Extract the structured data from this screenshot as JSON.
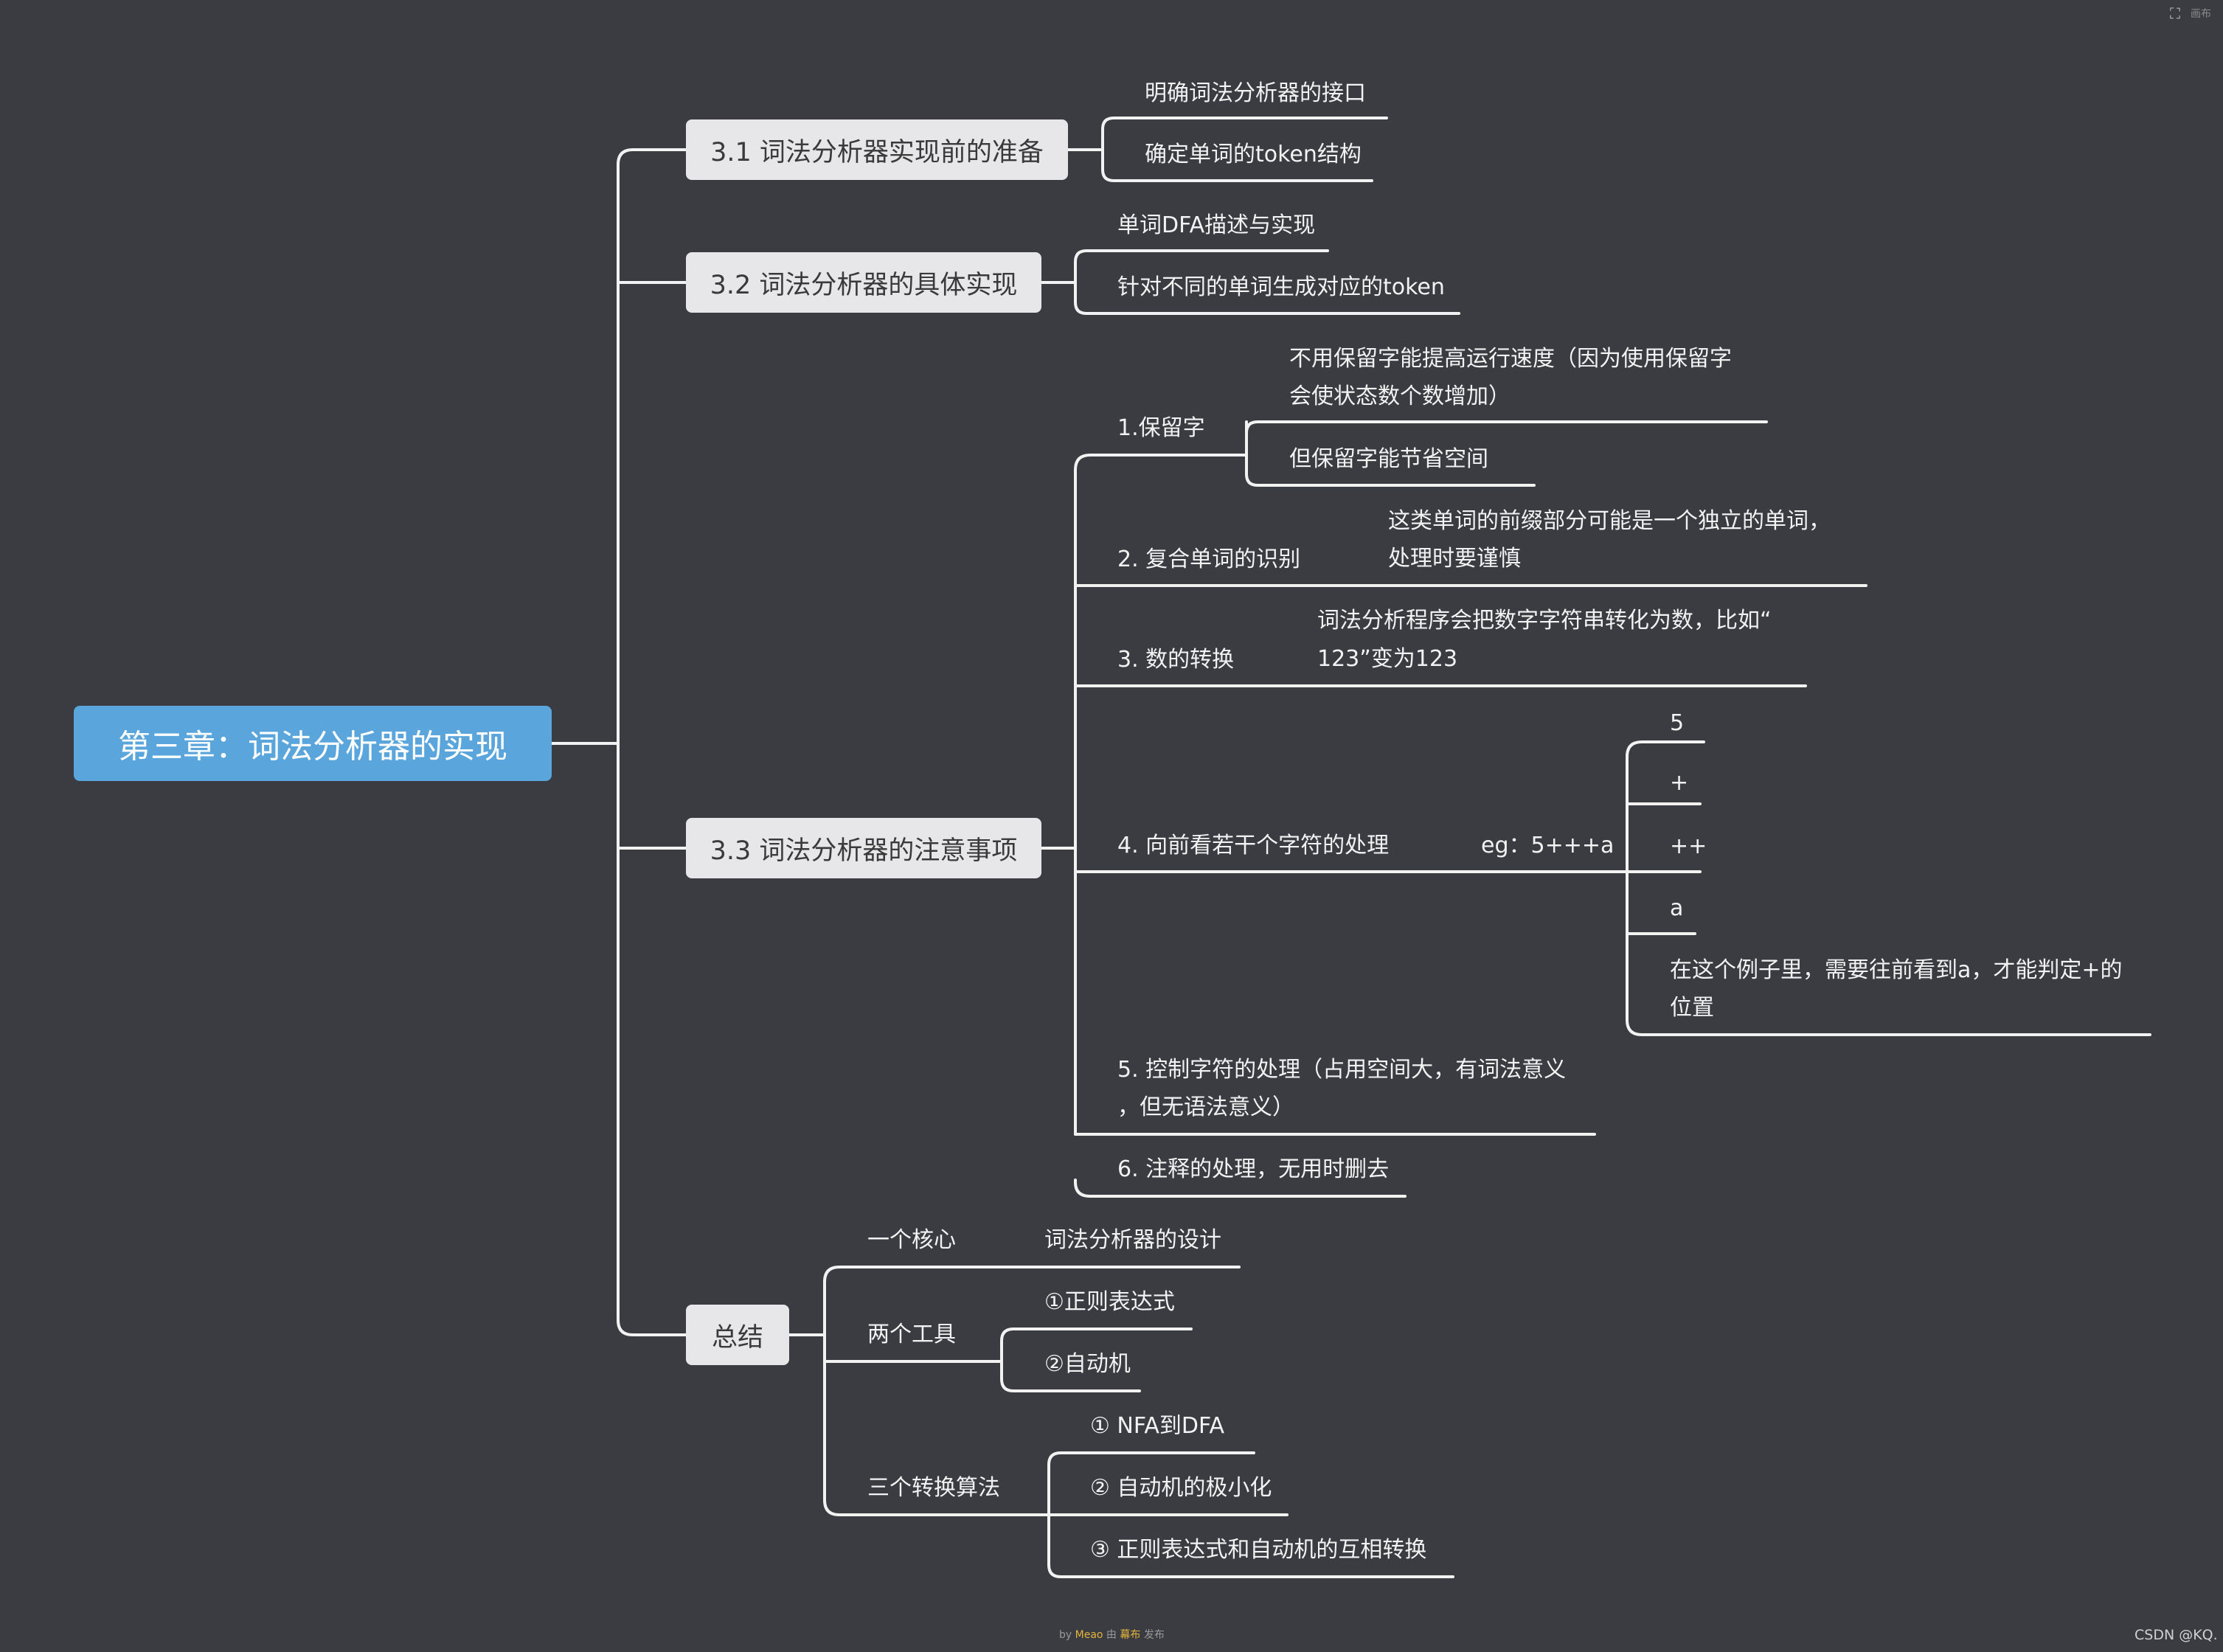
{
  "root": "第三章：词法分析器的实现",
  "b31": {
    "title": "3.1 词法分析器实现前的准备",
    "items": [
      "明确词法分析器的接口",
      "确定单词的token结构"
    ]
  },
  "b32": {
    "title": "3.2 词法分析器的具体实现",
    "items": [
      "单词DFA描述与实现",
      "针对不同的单词生成对应的token"
    ]
  },
  "b33": {
    "title": "3.3 词法分析器的注意事项",
    "t1": {
      "label": "1.保留字",
      "c1a": "不用保留字能提高运行速度（因为使用保留字",
      "c1b": "会使状态数个数增加）",
      "c2": "但保留字能节省空间"
    },
    "t2": {
      "label": "2. 复合单词的识别",
      "ca": "这类单词的前缀部分可能是一个独立的单词，",
      "cb": "处理时要谨慎"
    },
    "t3": {
      "label": "3. 数的转换",
      "ca": "词法分析程序会把数字字符串转化为数，比如“",
      "cb": "123”变为123"
    },
    "t4": {
      "label": "4. 向前看若干个字符的处理",
      "eg": "eg：5+++a",
      "items": [
        "5",
        "+",
        "++",
        "a"
      ],
      "notea": "在这个例子里，需要往前看到a，才能判定+的",
      "noteb": "位置"
    },
    "t5": {
      "a": "5. 控制字符的处理（占用空间大，有词法意义",
      "b": "，但无语法意义）"
    },
    "t6": "6. 注释的处理，无用时删去"
  },
  "sum": {
    "title": "总结",
    "core": {
      "label": "一个核心",
      "value": "词法分析器的设计"
    },
    "tools": {
      "label": "两个工具",
      "items": [
        "①正则表达式",
        "②自动机"
      ]
    },
    "algos": {
      "label": "三个转换算法",
      "items": [
        "① NFA到DFA",
        "② 自动机的极小化",
        "③ 正则表达式和自动机的互相转换"
      ]
    }
  },
  "corner": "画布",
  "footer": {
    "by": "by",
    "author": "Meao",
    "mid": "由",
    "brand": "幕布",
    "end": "发布"
  },
  "watermark": "CSDN @KQ."
}
